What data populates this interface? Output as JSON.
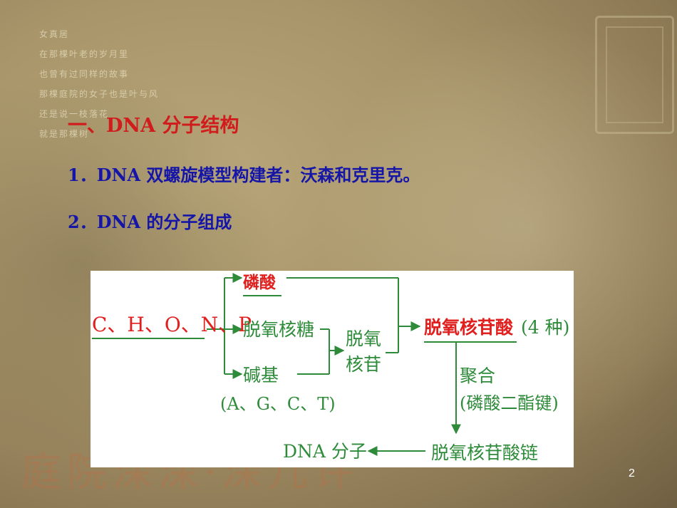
{
  "background_text": {
    "poem_lines": [
      "女真居",
      "在那棵叶老的岁月里",
      "也曾有过同样的故事",
      "那棵庭院的女子也是叶与风",
      "还是说一枝落花",
      "就是那棵树"
    ],
    "watermark": "庭院深深·深几许"
  },
  "slide": {
    "title": "一、DNA 分子结构",
    "item1": "1．DNA 双螺旋模型构建者：沃森和克里克。",
    "item2": "2．DNA 的分子组成",
    "page_number": "2"
  },
  "diagram": {
    "elements": "C、H、O、N、P",
    "phosphate": "磷酸",
    "deoxyribose": "脱氧核糖",
    "base": "碱基",
    "base_types": "(A、G、C、T)",
    "nucleoside_line1": "脱氧",
    "nucleoside_line2": "核苷",
    "nucleotide": "脱氧核苷酸",
    "nucleotide_kinds": "(4 种)",
    "polymerize": "聚合",
    "bond": "(磷酸二酯键)",
    "chain": "脱氧核苷酸链",
    "dna": "DNA 分子"
  },
  "colors": {
    "title": "#d01c1c",
    "body": "#1515a8",
    "diagram_red": "#e0201e",
    "diagram_green": "#2e8b3a"
  }
}
